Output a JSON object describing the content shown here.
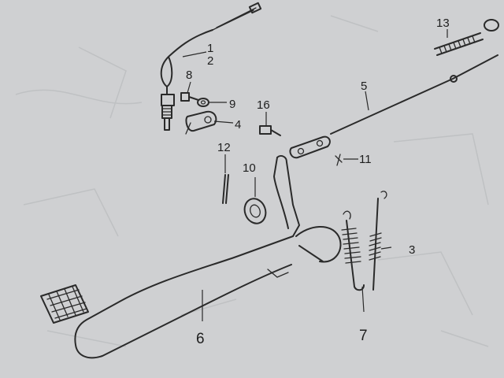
{
  "callouts": {
    "c1": "1",
    "c2": "2",
    "c3": "3",
    "c4": "4",
    "c5": "5",
    "c6": "6",
    "c7": "7",
    "c8": "8",
    "c9": "9",
    "c10": "10",
    "c11": "11",
    "c12": "12",
    "c13": "13",
    "c16": "16"
  },
  "colors": {
    "paper": "#cfd0d2",
    "ink": "#2a2a2a"
  }
}
